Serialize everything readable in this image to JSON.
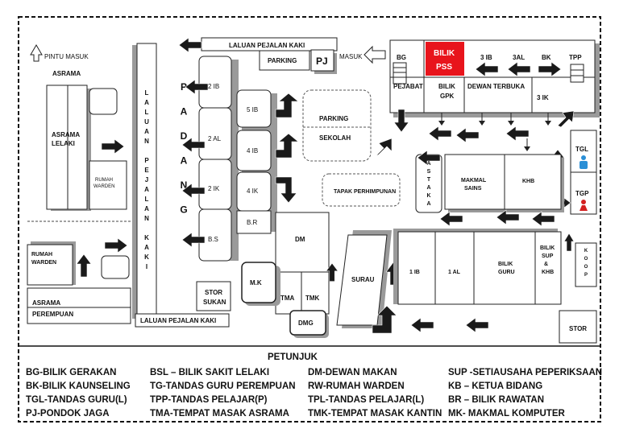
{
  "labels": {
    "pintu_masuk": "PINTU MASUK",
    "asrama": "ASRAMA",
    "asrama_lelaki_1": "ASRAMA",
    "asrama_lelaki_2": "LELAKI",
    "rumah_warden_top_1": "RUMAH",
    "rumah_warden_top_2": "WARDEN",
    "rumah_warden_bot_1": "RUMAH",
    "rumah_warden_bot_2": "WARDEN",
    "asrama_perempuan_1": "ASRAMA",
    "asrama_perempuan_2": "PEREMPUAN",
    "laluan_top": "LALUAN PEJALAN KAKI",
    "laluan_bottom": "LALUAN PEJALAN KAKI",
    "laluan_vertical": [
      "L",
      "A",
      "L",
      "U",
      "A",
      "N",
      "",
      "P",
      "E",
      "J",
      "A",
      "L",
      "A",
      "N",
      "",
      "K",
      "A",
      "K",
      "I"
    ],
    "padang": [
      "P",
      "A",
      "D",
      "A",
      "N",
      "G"
    ],
    "parking_small": "PARKING",
    "pj": "PJ",
    "masuk": "MASUK",
    "c_2ib": "2 IB",
    "c_2al": "2 AL",
    "c_2ik": "2 IK",
    "c_bs": "B.S",
    "c_5ib": "5 IB",
    "c_4ib": "4 IB",
    "c_4ik": "4 IK",
    "c_br": "B.R",
    "parking_sekolah_1": "PARKING",
    "parking_sekolah_2": "SEKOLAH",
    "tapak": "TAPAK PERHIMPUNAN",
    "dm": "DM",
    "mk": "M.K",
    "stor_sukan_1": "STOR",
    "stor_sukan_2": "SUKAN",
    "tma": "TMA",
    "tmk": "TMK",
    "dmg": "DMG",
    "surau": "SURAU",
    "bg": "BG",
    "bilik_pss_1": "BILIK",
    "bilik_pss_2": "PSS",
    "b_3ib": "3 IB",
    "b_3al": "3AL",
    "bk": "BK",
    "tpp": "TPP",
    "pejabat": "PEJABAT",
    "bilik_gpk_1": "BILIK",
    "bilik_gpk_2": "GPK",
    "dewan_terbuka": "DEWAN TERBUKA",
    "b_3ik": "3 IK",
    "astaka": [
      "A",
      "S",
      "T",
      "A",
      "K",
      "A"
    ],
    "makmal_sains_1": "MAKMAL",
    "makmal_sains_2": "SAINS",
    "khb_top": "KHB",
    "tgl": "TGL",
    "tgp": "TGP",
    "r_1ib": "1 IB",
    "r_1al": "1 AL",
    "bilik_guru_1": "BILIK",
    "bilik_guru_2": "GURU",
    "bilik_sup_1": "BILIK",
    "bilik_sup_2": "SUP",
    "bilik_sup_3": "&",
    "bilik_sup_4": "KHB",
    "koop": [
      "K",
      "O",
      "O",
      "P"
    ],
    "stor": "STOR"
  },
  "legend": {
    "title": "PETUNJUK",
    "rows": [
      [
        "BG-BILIK GERAKAN",
        "BSL – BILIK SAKIT LELAKI",
        "DM-DEWAN MAKAN",
        "SUP -SETIAUSAHA PEPERIKSAAN"
      ],
      [
        "BK-BILIK KAUNSELING",
        "TG-TANDAS GURU PEREMPUAN",
        "RW-RUMAH WARDEN",
        "KB – KETUA BIDANG"
      ],
      [
        "TGL-TANDAS GURU(L)",
        "TPP-TANDAS PELAJAR(P)",
        "TPL-TANDAS PELAJAR(L)",
        "BR – BILIK RAWATAN"
      ],
      [
        "PJ-PONDOK JAGA",
        "TMA-TEMPAT MASAK ASRAMA",
        "TMK-TEMPAT MASAK KANTIN",
        "MK- MAKMAL KOMPUTER"
      ]
    ]
  },
  "colors": {
    "pss": "#e8141c",
    "tgl_icon": "#2a8fd6",
    "tgp_icon": "#d42020",
    "arrow": "#1a1a1a",
    "shadow": "#9a9a9a"
  }
}
